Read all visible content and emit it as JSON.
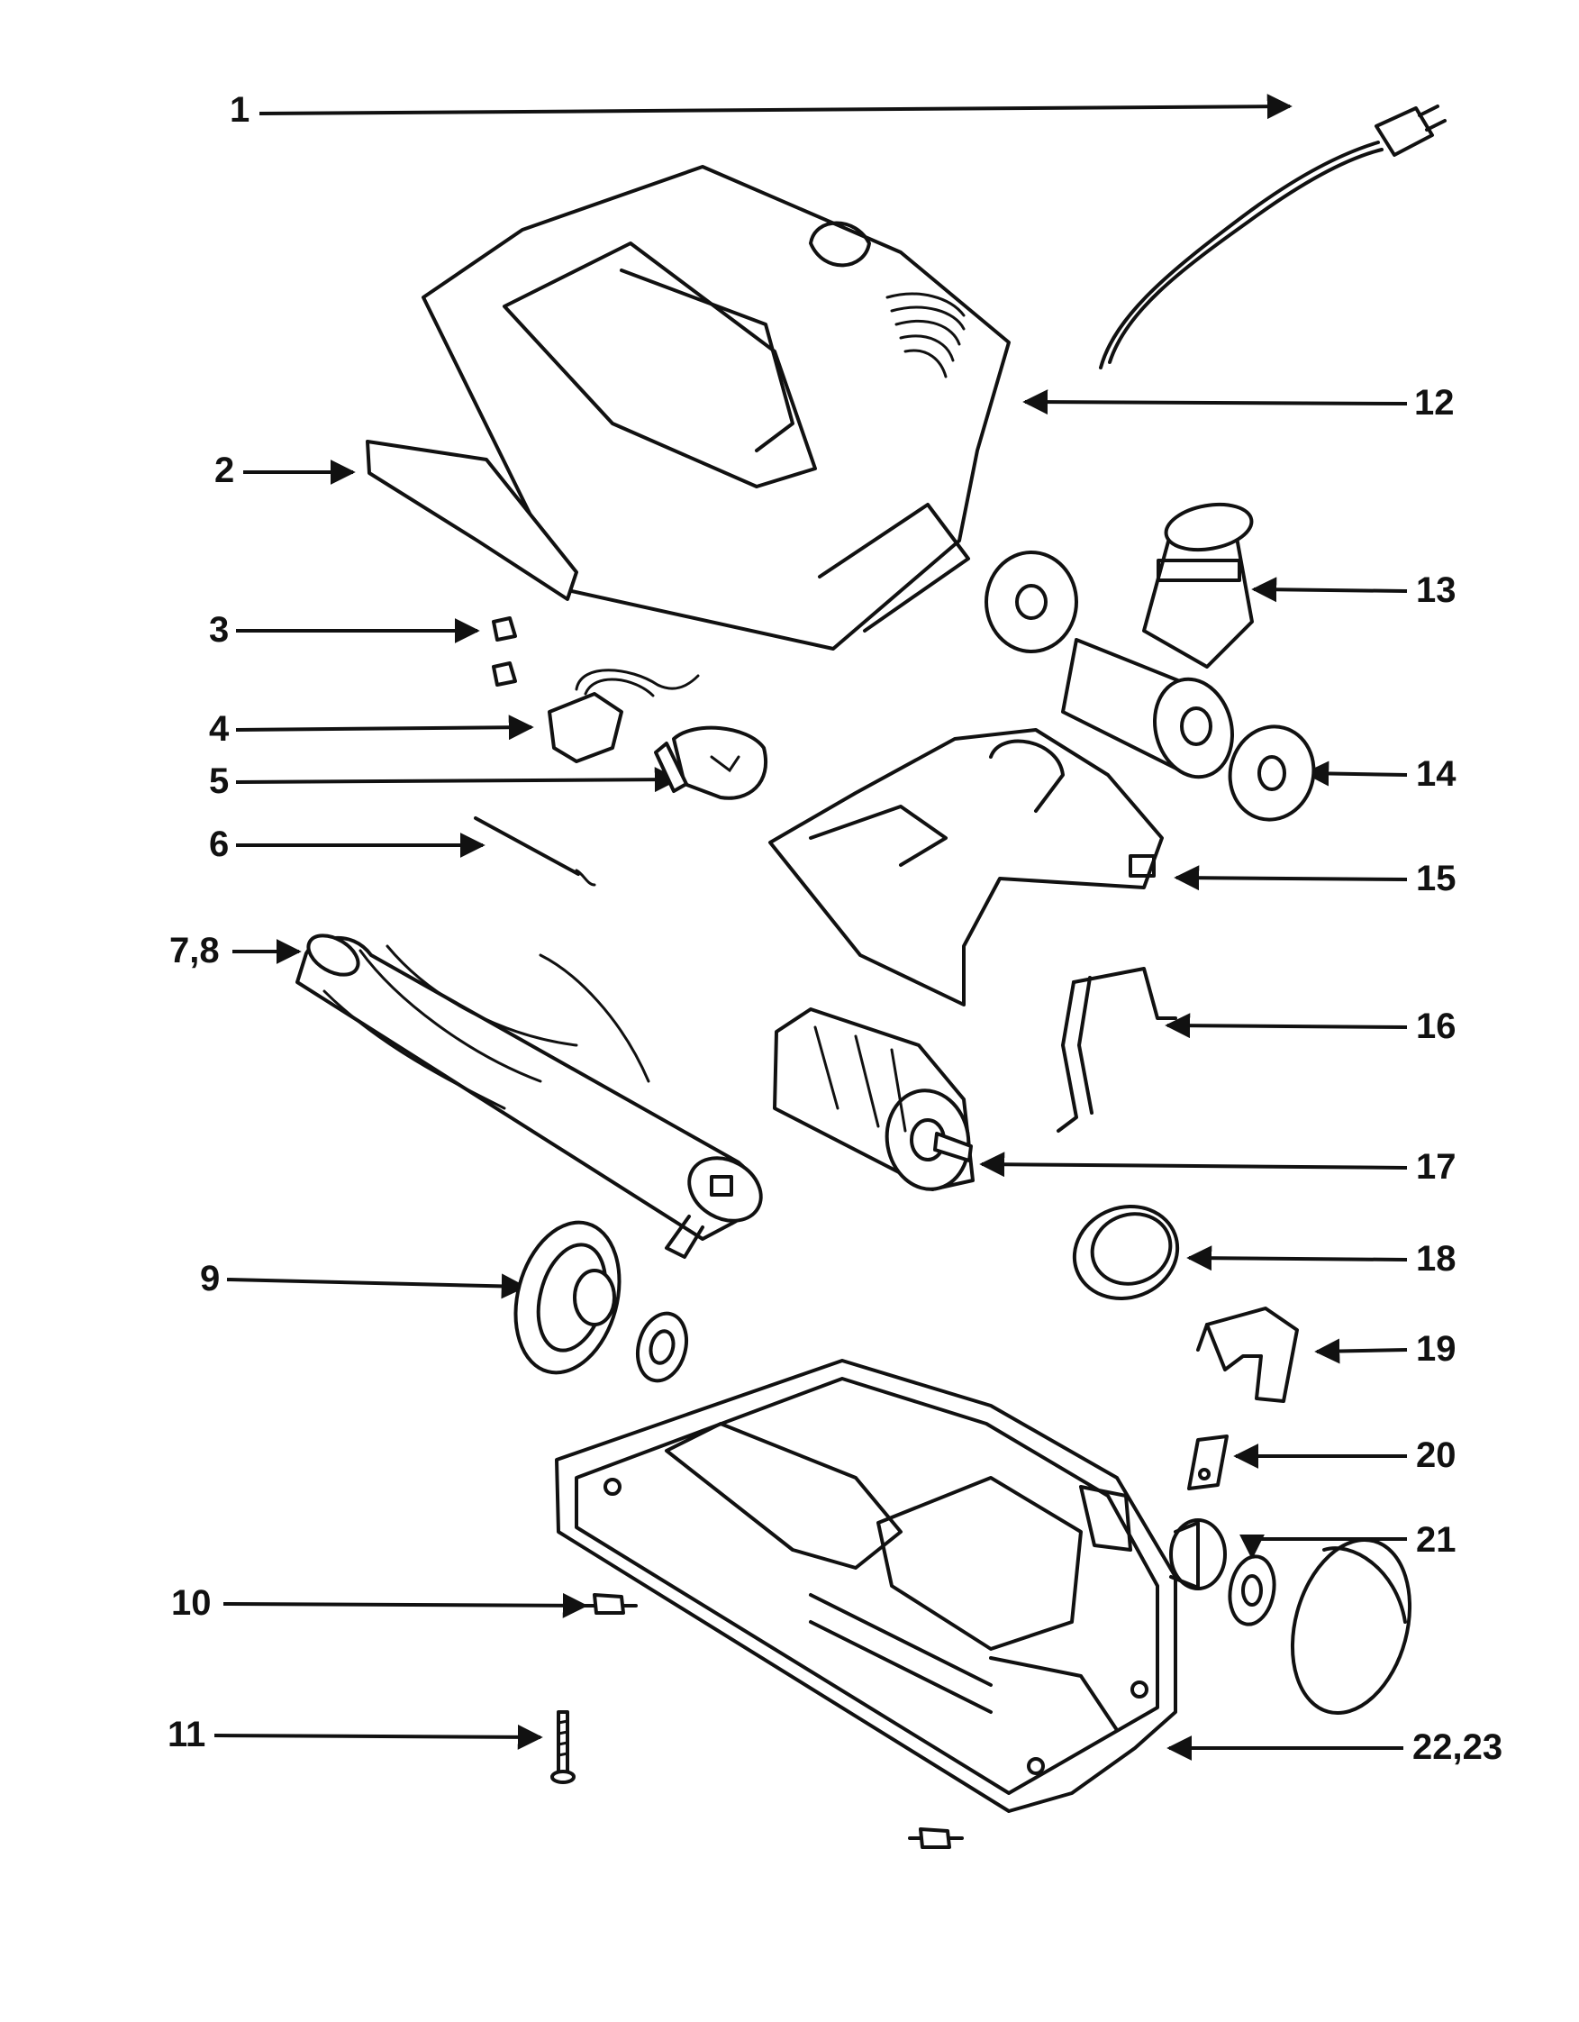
{
  "diagram": {
    "callouts": [
      {
        "id": "c1",
        "label": "1"
      },
      {
        "id": "c2",
        "label": "2"
      },
      {
        "id": "c3",
        "label": "3"
      },
      {
        "id": "c4",
        "label": "4"
      },
      {
        "id": "c5",
        "label": "5"
      },
      {
        "id": "c6",
        "label": "6"
      },
      {
        "id": "c78",
        "label": "7,8"
      },
      {
        "id": "c9",
        "label": "9"
      },
      {
        "id": "c10",
        "label": "10"
      },
      {
        "id": "c11",
        "label": "11"
      },
      {
        "id": "c12",
        "label": "12"
      },
      {
        "id": "c13",
        "label": "13"
      },
      {
        "id": "c14",
        "label": "14"
      },
      {
        "id": "c15",
        "label": "15"
      },
      {
        "id": "c16",
        "label": "16"
      },
      {
        "id": "c17",
        "label": "17"
      },
      {
        "id": "c18",
        "label": "18"
      },
      {
        "id": "c19",
        "label": "19"
      },
      {
        "id": "c20",
        "label": "20"
      },
      {
        "id": "c21",
        "label": "21"
      },
      {
        "id": "c2223",
        "label": "22,23"
      }
    ],
    "line_color": "#111111",
    "background": "#ffffff"
  }
}
